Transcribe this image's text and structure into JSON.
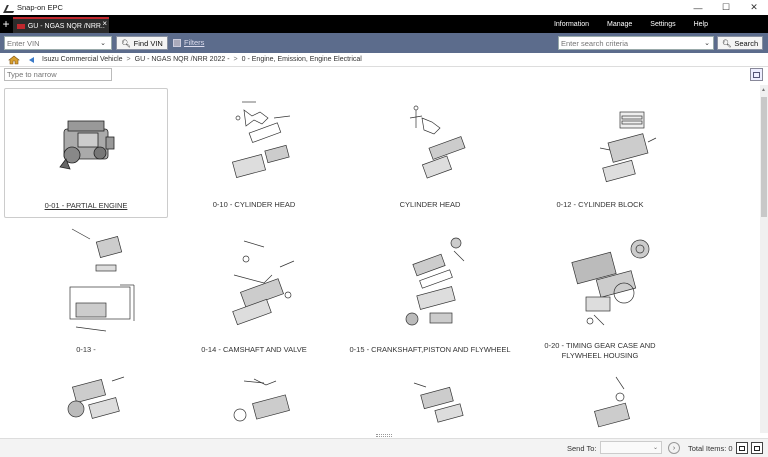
{
  "window": {
    "title": "Snap-on EPC",
    "minimize": "—",
    "maximize": "☐",
    "close": "✕"
  },
  "menubar": {
    "new_tab": "+",
    "tab_label": "GU - NGAS NQR /NRR...",
    "tab_close": "×",
    "menus": [
      "Information",
      "Manage",
      "Settings",
      "Help"
    ]
  },
  "search": {
    "vin_placeholder": "Enter VIN",
    "find_vin_label": "Find VIN",
    "filters_label": "Filters",
    "criteria_placeholder": "Enter search criteria",
    "search_label": "Search"
  },
  "breadcrumb": {
    "items": [
      "Isuzu Commercial Vehicle",
      "GU - NGAS NQR /NRR 2022 -",
      "0 - Engine, Emission, Engine Electrical"
    ]
  },
  "narrow": {
    "placeholder": "Type to narrow"
  },
  "cards": [
    {
      "caption": "0-01 - PARTIAL ENGINE"
    },
    {
      "caption": "0-10 - CYLINDER HEAD"
    },
    {
      "caption": "CYLINDER HEAD"
    },
    {
      "caption": "0-12 - CYLINDER BLOCK"
    },
    {
      "caption": "0-13 -"
    },
    {
      "caption": "0-14 - CAMSHAFT AND VALVE"
    },
    {
      "caption": "0-15 - CRANKSHAFT,PISTON AND FLYWHEEL"
    },
    {
      "caption": "0-20 - TIMING GEAR CASE AND FLYWHEEL HOUSING"
    }
  ],
  "status": {
    "send_to_label": "Send To:",
    "total_items_label": "Total Items: 0"
  },
  "colors": {
    "menubar": "#000000",
    "searchbar": "#5c6c8c",
    "tab_accent": "#c0282e"
  }
}
